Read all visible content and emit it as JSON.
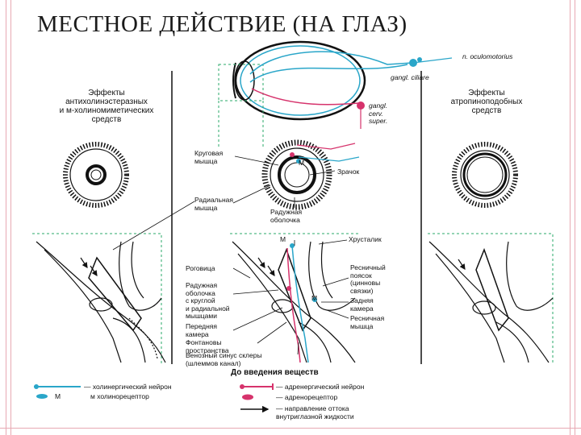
{
  "title": "МЕСТНОЕ ДЕЙСТВИЕ (НА ГЛАЗ)",
  "colors": {
    "frame": "#e8a9b3",
    "cholinergic": "#2aa6c9",
    "adrenergic": "#d6336c",
    "outline": "#111111"
  },
  "eye_labels": {
    "n_oculomotorius": "n. oculomotorius",
    "gangl_ciliare": "gangl. ciliare",
    "gangl_cerv_super": "gangl.\ncerv.\nsuper."
  },
  "headings": {
    "left": "Эффекты\nантихолинэстеразных\nи м-холиномиметических\nсредств",
    "right": "Эффекты\nатропиноподобных\nсредств"
  },
  "iris_labels": {
    "krugovaya": "Круговая\nмышца",
    "m": "М",
    "zrachok": "Зрачок",
    "radialnaya": "Радиальная\nмышца",
    "raduzhnaya": "Радужная\nоболочка"
  },
  "section_labels": {
    "m_top": "М",
    "hrustalik": "Хрусталик",
    "rogovitsa": "Роговица",
    "raduzhnaya_s_kruglymi": "Радужная\nоболочка\nс круглой\nи радиальной\nмышцами",
    "perednyaya_kamera": "Передняя\nкамера",
    "fontanovy": "Фонтановы\nпространства",
    "venozny": "Венозный синус склеры\n(шлеммов канал)",
    "resnichny_poyasok": "Ресничный\nпоясок\n(цинновы\nсвязки)",
    "m_mid": "М",
    "zadnyaya_kamera": "Задняя\nкамера",
    "resnichnaya_myshtsa": "Ресничная\nмышца",
    "do_vvedeniya": "До введения веществ"
  },
  "legend": {
    "cholinergic_neuron": "— холинергический нейрон",
    "m_receptor_letter": "М",
    "m_receptor": "м холинорецептор",
    "adrenergic_neuron": "— адренергический нейрон",
    "adrenoreceptor": "— адренорецептор",
    "outflow": "— направление оттока\nвнутриглазной жидкости"
  },
  "icons": [
    "cholinergic-neuron-icon",
    "m-receptor-icon",
    "adrenergic-neuron-icon",
    "adrenoreceptor-icon",
    "outflow-arrow-icon"
  ]
}
